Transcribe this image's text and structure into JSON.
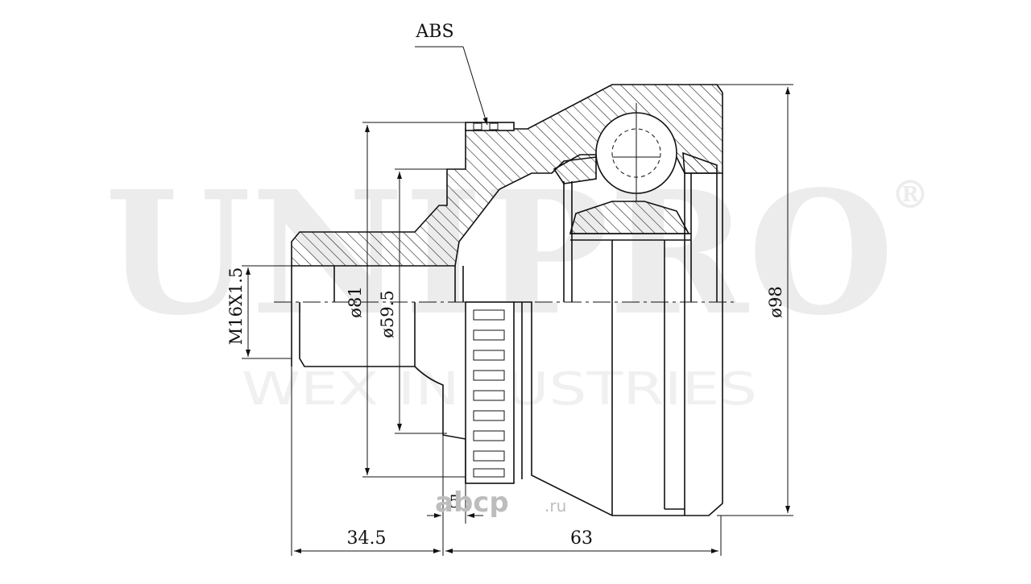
{
  "watermark": {
    "brand": "UNIPRO",
    "registered": "®",
    "subtitle": "WEX INDUSTRIES"
  },
  "labels": {
    "abs": "ABS",
    "thread": "M16X1.5",
    "dia_81": "ø81",
    "dia_59_5": "ø59.5",
    "dia_98": "ø98",
    "len_5": "5",
    "len_34_5": "34.5",
    "len_63": "63"
  },
  "site_badge": {
    "text": "abcp",
    "suffix": ".ru"
  }
}
